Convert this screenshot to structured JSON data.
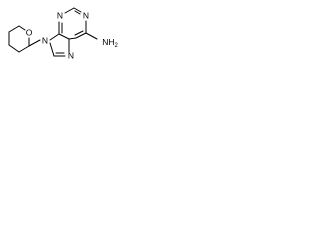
{
  "molecule": {
    "labels": {
      "ring_oxygen": "O",
      "n9": "N",
      "n7": "N",
      "n3": "N",
      "n1": "N",
      "amino_n": "NH",
      "amino_subscript": "2"
    }
  }
}
